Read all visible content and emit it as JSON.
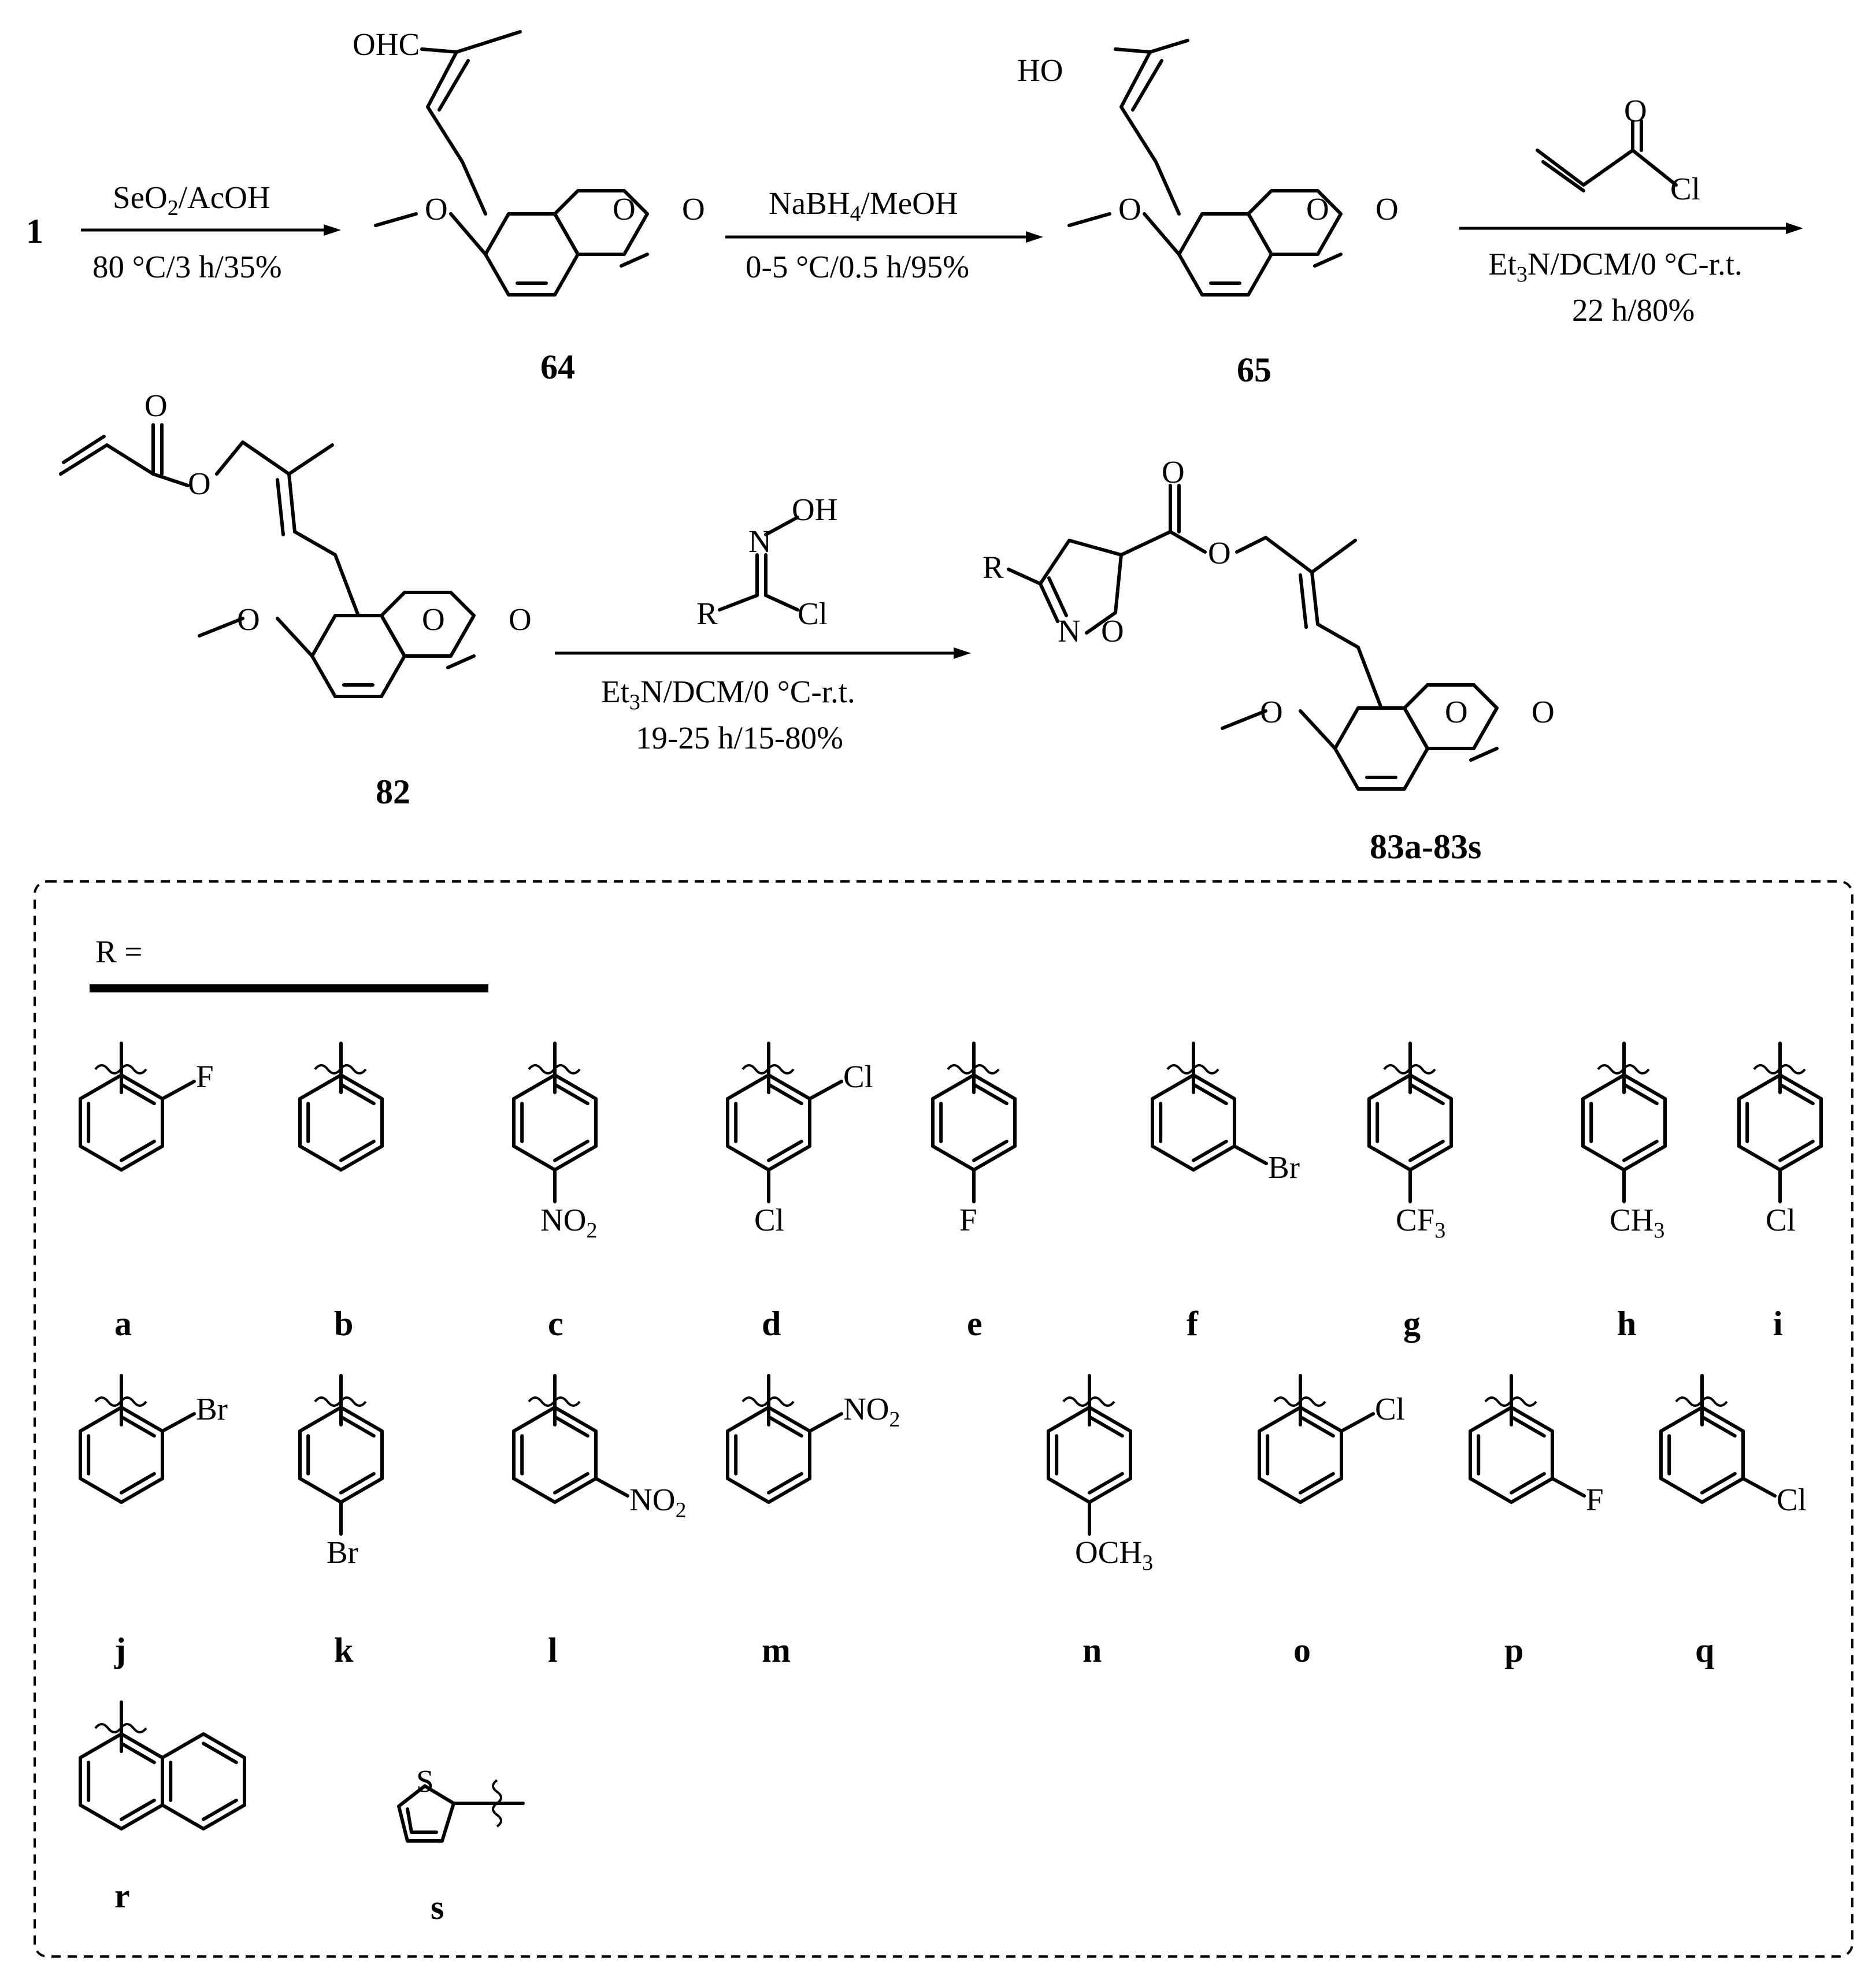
{
  "scheme": {
    "start_label": "1",
    "step1": {
      "reagent_a": "SeO",
      "reagent_sub": "2",
      "reagent_b": "/AcOH",
      "conditions": "80 °C/3 h/35%"
    },
    "step2": {
      "reagent_a": "NaBH",
      "reagent_sub": "4",
      "reagent_b": "/MeOH",
      "conditions": "0-5 °C/0.5 h/95%"
    },
    "step3": {
      "line1_a": "Et",
      "line1_sub": "3",
      "line1_b": "N/DCM/0 °C-r.t.",
      "line2": "22 h/80%",
      "acyl_Cl": "Cl",
      "acyl_O": "O"
    },
    "step4": {
      "line1_a": "Et",
      "line1_sub": "3",
      "line1_b": "N/DCM/0 °C-r.t.",
      "line2": "19-25 h/15-80%",
      "oxime_N": "N",
      "oxime_OH": "OH",
      "oxime_R": "R",
      "oxime_Cl": "Cl"
    },
    "compounds": {
      "c64": {
        "label": "64",
        "top_group": "OHC"
      },
      "c65": {
        "label": "65",
        "top_group": "HO"
      },
      "c82": {
        "label": "82"
      },
      "c83": {
        "label": "83a-83s",
        "r_group": "R",
        "ring_N": "N",
        "ring_O": "O"
      }
    },
    "atoms": {
      "O": "O",
      "methoxy_O": "O"
    }
  },
  "substituents": {
    "header": "R =",
    "items": [
      {
        "letter": "a",
        "sub1": "F",
        "sub1_sub": "",
        "sub2": "",
        "sub2_sub": ""
      },
      {
        "letter": "b",
        "sub1": "",
        "sub1_sub": "",
        "sub2": "",
        "sub2_sub": ""
      },
      {
        "letter": "c",
        "sub1": "NO",
        "sub1_sub": "2",
        "sub2": "",
        "sub2_sub": ""
      },
      {
        "letter": "d",
        "sub1": "Cl",
        "sub1_sub": "",
        "sub2": "Cl",
        "sub2_sub": ""
      },
      {
        "letter": "e",
        "sub1": "F",
        "sub1_sub": "",
        "sub2": "",
        "sub2_sub": ""
      },
      {
        "letter": "f",
        "sub1": "Br",
        "sub1_sub": "",
        "sub2": "",
        "sub2_sub": ""
      },
      {
        "letter": "g",
        "sub1": "CF",
        "sub1_sub": "3",
        "sub2": "",
        "sub2_sub": ""
      },
      {
        "letter": "h",
        "sub1": "CH",
        "sub1_sub": "3",
        "sub2": "",
        "sub2_sub": ""
      },
      {
        "letter": "i",
        "sub1": "Cl",
        "sub1_sub": "",
        "sub2": "",
        "sub2_sub": ""
      },
      {
        "letter": "j",
        "sub1": "Br",
        "sub1_sub": "",
        "sub2": "",
        "sub2_sub": ""
      },
      {
        "letter": "k",
        "sub1": "Br",
        "sub1_sub": "",
        "sub2": "",
        "sub2_sub": ""
      },
      {
        "letter": "l",
        "sub1": "NO",
        "sub1_sub": "2",
        "sub2": "",
        "sub2_sub": ""
      },
      {
        "letter": "m",
        "sub1": "NO",
        "sub1_sub": "2",
        "sub2": "",
        "sub2_sub": ""
      },
      {
        "letter": "n",
        "sub1": "OCH",
        "sub1_sub": "3",
        "sub2": "",
        "sub2_sub": ""
      },
      {
        "letter": "o",
        "sub1": "Cl",
        "sub1_sub": "",
        "sub2": "",
        "sub2_sub": ""
      },
      {
        "letter": "p",
        "sub1": "F",
        "sub1_sub": "",
        "sub2": "",
        "sub2_sub": ""
      },
      {
        "letter": "q",
        "sub1": "Cl",
        "sub1_sub": "",
        "sub2": "",
        "sub2_sub": ""
      },
      {
        "letter": "r",
        "sub1": "",
        "sub1_sub": "",
        "sub2": "",
        "sub2_sub": ""
      },
      {
        "letter": "s",
        "sub1": "S",
        "sub1_sub": "",
        "sub2": "",
        "sub2_sub": ""
      }
    ]
  }
}
